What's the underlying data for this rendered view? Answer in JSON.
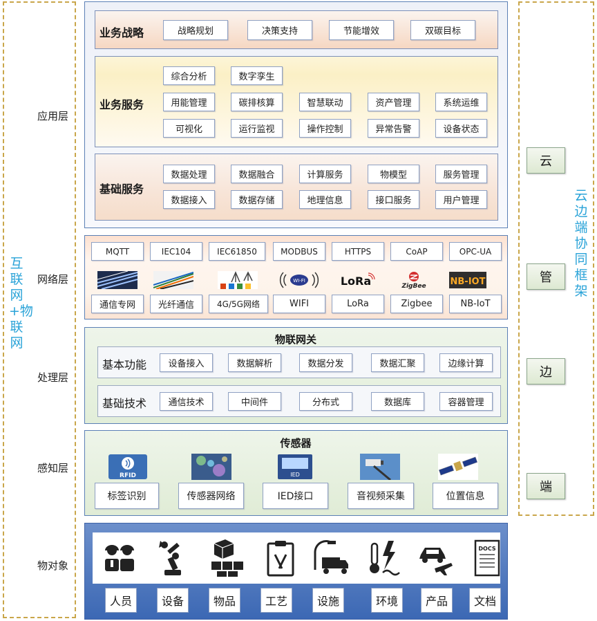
{
  "left_frame_title": "互联网+物联网",
  "right_frame_title": "云边端协同框架",
  "layers": {
    "app": "应用层",
    "net": "网络层",
    "proc": "处理层",
    "sense": "感知层",
    "obj": "物对象"
  },
  "strategy": {
    "title": "业务战略",
    "items": [
      "战略规划",
      "决策支持",
      "节能增效",
      "双碳目标"
    ]
  },
  "service": {
    "title": "业务服务",
    "row1": [
      "综合分析",
      "数字孪生"
    ],
    "row2": [
      "用能管理",
      "碳排核算",
      "智慧联动",
      "资产管理",
      "系统运维"
    ],
    "row3": [
      "可视化",
      "运行监视",
      "操作控制",
      "异常告警",
      "设备状态"
    ]
  },
  "base": {
    "title": "基础服务",
    "row1": [
      "数据处理",
      "数据融合",
      "计算服务",
      "物模型",
      "服务管理"
    ],
    "row2": [
      "数据接入",
      "数据存储",
      "地理信息",
      "接口服务",
      "用户管理"
    ]
  },
  "network": {
    "protocols": [
      "MQTT",
      "IEC104",
      "IEC61850",
      "MODBUS",
      "HTTPS",
      "CoAP",
      "OPC-UA"
    ],
    "icon_texts": [
      "WI-FI",
      "LoRa",
      "ZigBee",
      "NB-IOT"
    ],
    "channels": [
      "通信专网",
      "光纤通信",
      "4G/5G网络",
      "WIFI",
      "LoRa",
      "Zigbee",
      "NB-IoT"
    ]
  },
  "gateway": {
    "title": "物联网关",
    "func_title": "基本功能",
    "func_items": [
      "设备接入",
      "数据解析",
      "数据分发",
      "数据汇聚",
      "边缘计算"
    ],
    "tech_title": "基础技术",
    "tech_items": [
      "通信技术",
      "中间件",
      "分布式",
      "数据库",
      "容器管理"
    ]
  },
  "sensor": {
    "title": "传感器",
    "icon_texts": [
      "RFID",
      "IED"
    ],
    "items": [
      "标签识别",
      "传感器网络",
      "IED接口",
      "音视频采集",
      "位置信息"
    ]
  },
  "objects": {
    "icon_texts": [
      "DOCS"
    ],
    "items": [
      "人员",
      "设备",
      "物品",
      "工艺",
      "设施",
      "环境",
      "产品",
      "文档"
    ]
  },
  "cloud_edge": [
    "云",
    "管",
    "边",
    "端"
  ]
}
